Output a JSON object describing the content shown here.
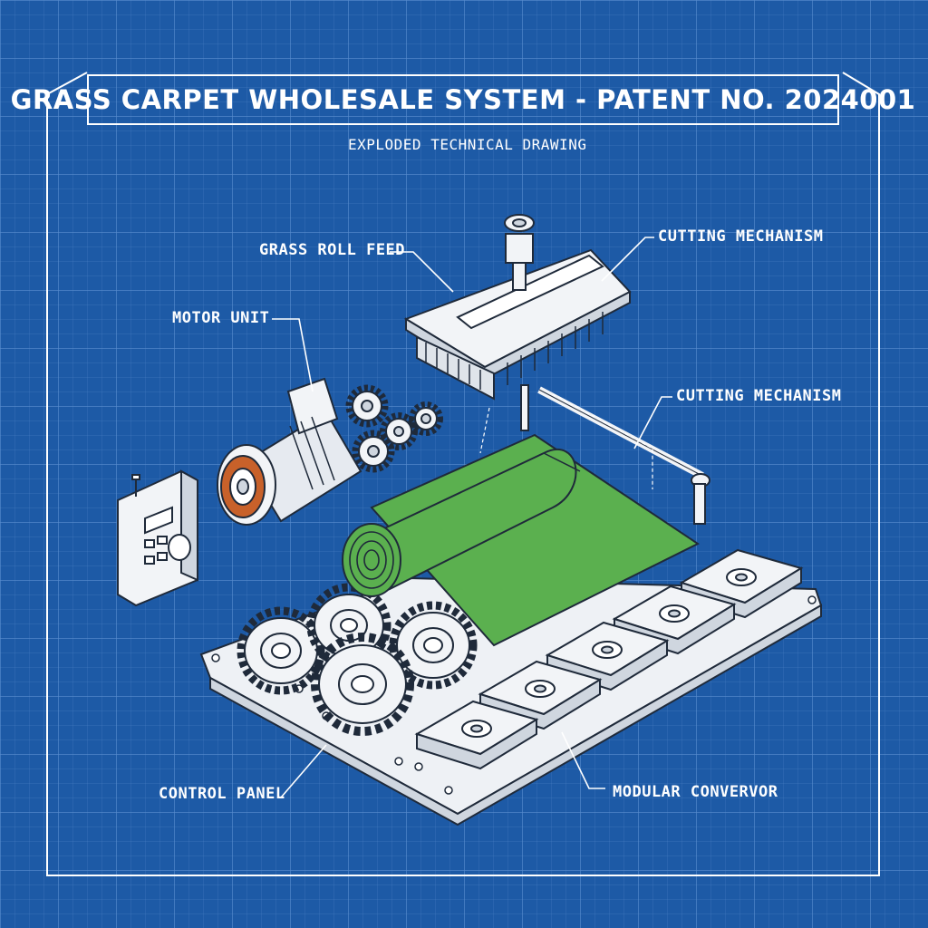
{
  "title": "GRASS CARPET WHOLESALE SYSTEM - PATENT NO. 2024001",
  "subtitle": "EXPLODED TECHNICAL DRAWING",
  "callouts": {
    "grass_roll_feed": "GRASS ROLL FEED",
    "cutting_mechanism_top": "CUTTING MECHANISM",
    "motor_unit": "MOTOR UNIT",
    "cutting_mechanism_side": "CUTTING MECHANISM",
    "control_panel": "CONTROL PANEL",
    "modular_conveyor": "MODULAR CONVERVOR"
  },
  "colors": {
    "background": "#1d5aa6",
    "grid": "#4f86c6",
    "line": "#ffffff",
    "part_fill": "#f2f4f7",
    "part_stroke": "#1f2a3a",
    "grass": "#5bb04f",
    "motor_accent": "#c8612a"
  },
  "icons": [
    "motor-icon",
    "gear-icon",
    "grass-roll-icon",
    "cutter-icon",
    "control-panel-icon",
    "conveyor-module-icon"
  ]
}
